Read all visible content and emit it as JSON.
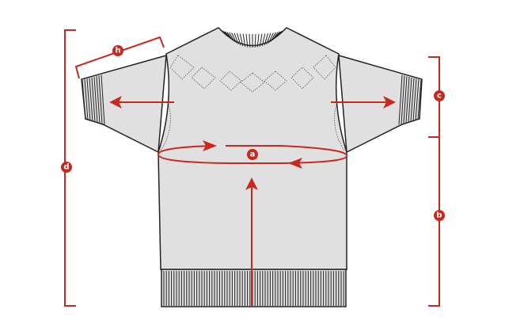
{
  "colors": {
    "accent": "#c8281e",
    "garment": "#e0e0e0",
    "outline": "#222222"
  },
  "measurements": {
    "a": "a",
    "b": "b",
    "c": "c",
    "d": "d",
    "h": "h"
  }
}
